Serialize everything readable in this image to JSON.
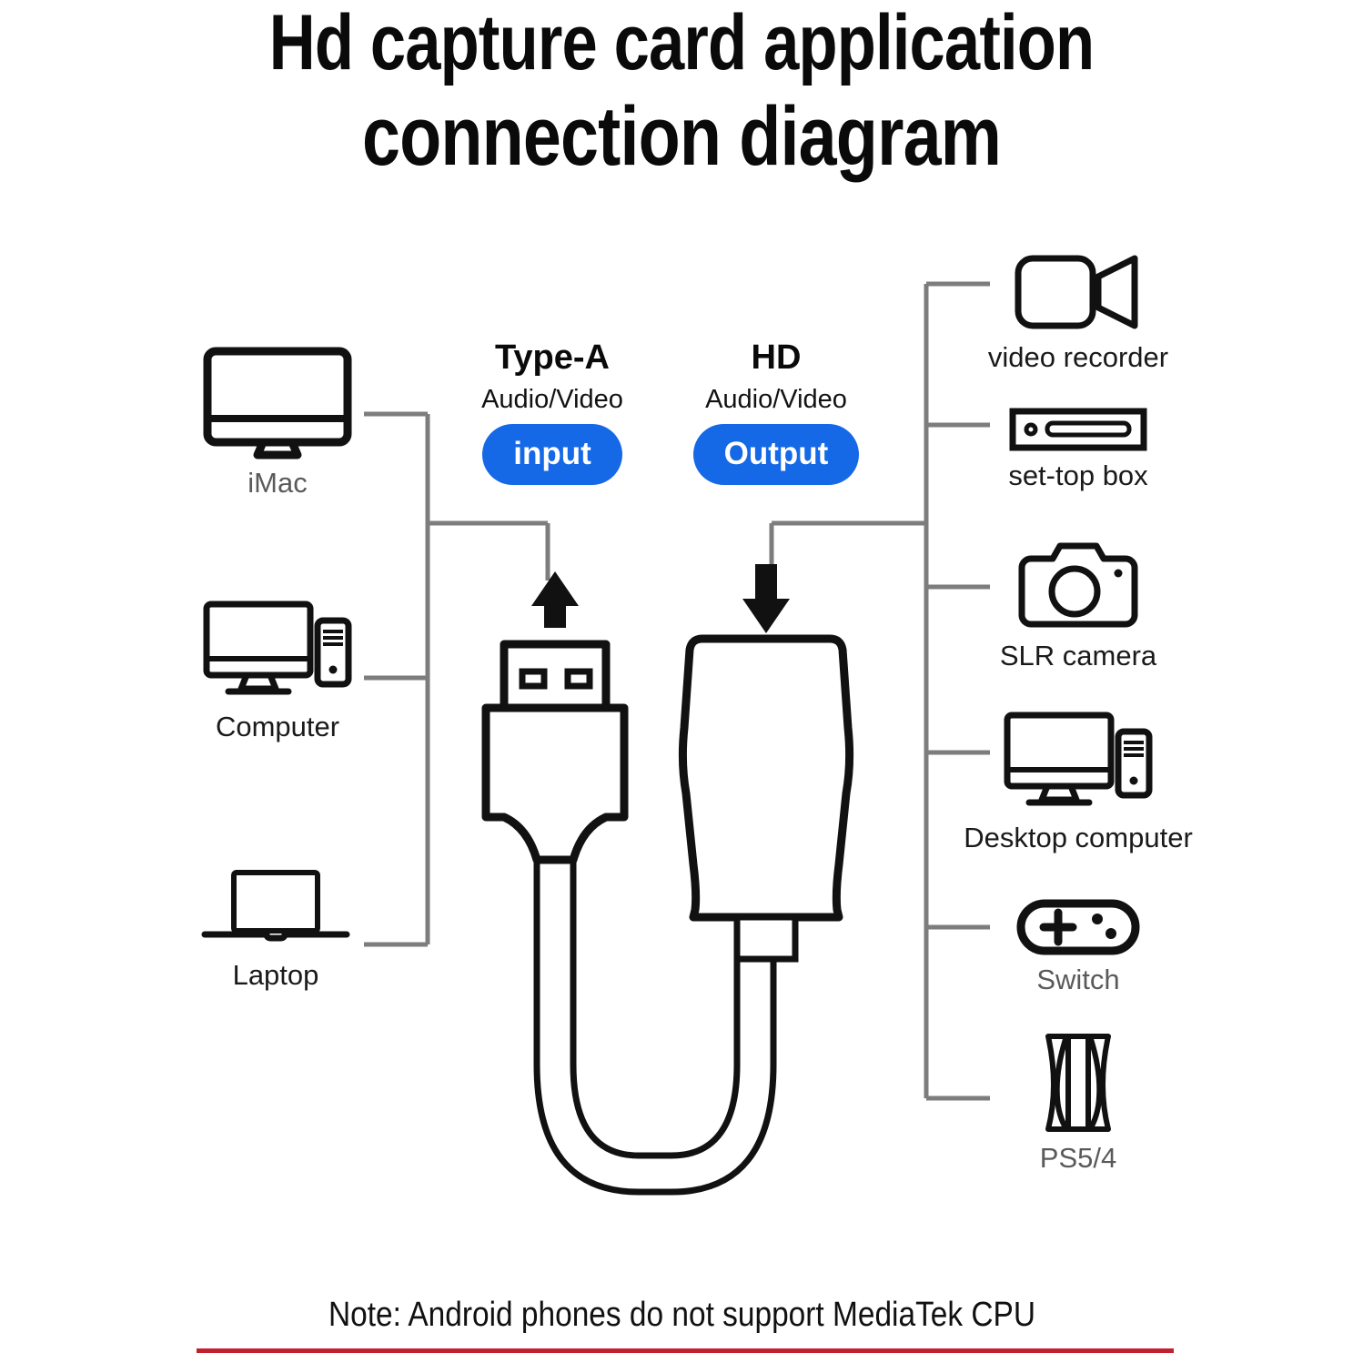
{
  "title": {
    "line1": "Hd capture card application",
    "line2": "connection diagram"
  },
  "ports": {
    "input": {
      "name": "Type-A",
      "subtitle": "Audio/Video",
      "badge": "input",
      "badge_color": "#1568e6"
    },
    "output": {
      "name": "HD",
      "subtitle": "Audio/Video",
      "badge": "Output",
      "badge_color": "#1568e6"
    }
  },
  "sources": [
    {
      "label": "iMac",
      "icon": "imac-icon",
      "label_color": "#5a5a5a"
    },
    {
      "label": "Computer",
      "icon": "computer-icon",
      "label_color": "#1a1a1a"
    },
    {
      "label": "Laptop",
      "icon": "laptop-icon",
      "label_color": "#1a1a1a"
    }
  ],
  "destinations": [
    {
      "label": "video recorder",
      "icon": "video-recorder-icon",
      "label_color": "#1a1a1a"
    },
    {
      "label": "set-top box",
      "icon": "set-top-box-icon",
      "label_color": "#1a1a1a"
    },
    {
      "label": "SLR camera",
      "icon": "slr-camera-icon",
      "label_color": "#1a1a1a"
    },
    {
      "label": "Desktop computer",
      "icon": "desktop-computer-icon",
      "label_color": "#1a1a1a"
    },
    {
      "label": "Switch",
      "icon": "switch-console-icon",
      "label_color": "#5a5a5a"
    },
    {
      "label": "PS5/4",
      "icon": "ps5-console-icon",
      "label_color": "#5a5a5a"
    }
  ],
  "center": {
    "usb_connector": "usb-type-a-connector",
    "capture_card": "hd-capture-card-body",
    "input_arrow": "arrow-up-icon",
    "output_arrow": "arrow-down-icon"
  },
  "footer": {
    "note": "Note: Android phones do not support MediaTek CPU",
    "rule_color": "#c0202f"
  },
  "palette": {
    "line": "#7d7d7d",
    "stroke": "#111111",
    "accent": "#1568e6"
  }
}
